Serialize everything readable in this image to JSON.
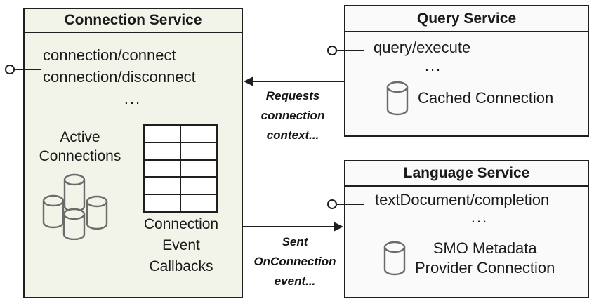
{
  "connection_service": {
    "title": "Connection Service",
    "methods": [
      "connection/connect",
      "connection/disconnect"
    ],
    "ellipsis": "...",
    "active_connections": [
      "Active",
      "Connections"
    ],
    "callbacks_label": [
      "Connection",
      "Event",
      "Callbacks"
    ],
    "callbacks_table": {
      "rows": 5,
      "columns": 2
    }
  },
  "query_service": {
    "title": "Query Service",
    "methods": [
      "query/execute"
    ],
    "ellipsis": "...",
    "cached_connection_label": "Cached Connection"
  },
  "language_service": {
    "title": "Language Service",
    "methods": [
      "textDocument/completion"
    ],
    "ellipsis": "...",
    "smo_label": [
      "SMO Metadata",
      "Provider Connection"
    ]
  },
  "captions": {
    "requests": [
      "Requests",
      "connection",
      "context..."
    ],
    "sent": [
      "Sent",
      "OnConnection",
      "event..."
    ]
  },
  "colors": {
    "connection_box_fill": "#f2f4ea",
    "service_box_fill": "#fafafa",
    "border": "#1f1f1f",
    "cylinder_stroke": "#6b6b6b",
    "text": "#1a1a1a",
    "background": "#ffffff"
  }
}
